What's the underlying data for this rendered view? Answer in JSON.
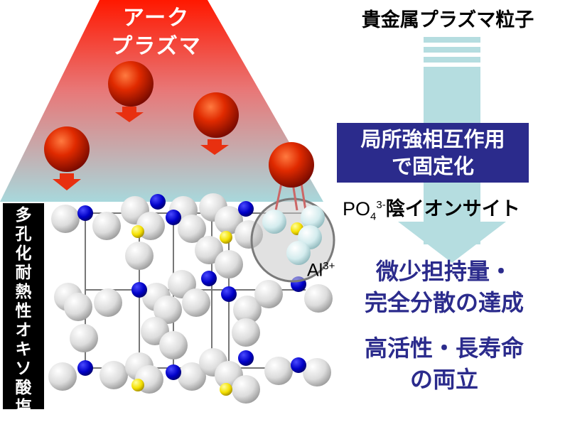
{
  "arc_plasma": {
    "line1": "アーク",
    "line2": "プラズマ"
  },
  "title": "貴金属プラズマ粒子",
  "interaction": {
    "line1": "局所強相互作用",
    "line2": "で固定化"
  },
  "po4_site": {
    "chem": "PO",
    "sub": "4",
    "sup": "3-",
    "text": "陰イオンサイト"
  },
  "al_ion": {
    "symbol": "Al",
    "charge": "3+"
  },
  "result_dispersion": {
    "line1": "微少担持量・",
    "line2": "完全分散の達成"
  },
  "result_activity": {
    "line1": "高活性・長寿命",
    "line2": "の両立"
  },
  "side_label": "多孔化耐熱性オキソ酸塩",
  "colors": {
    "plasma_top": "#ff1a00",
    "plasma_bottom": "#a8d8dc",
    "arrow_light": "#b5dde0",
    "navy": "#2b2b8c",
    "particle": "#e82800",
    "phosphorus": "#ffee00",
    "aluminum": "#0000cc",
    "oxygen": "#e8e8e8"
  }
}
